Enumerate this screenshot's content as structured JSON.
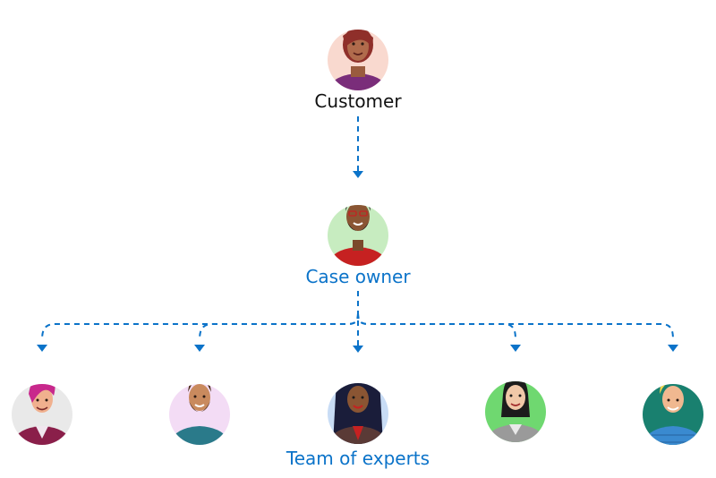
{
  "customer": {
    "label": "Customer"
  },
  "case_owner": {
    "label": "Case owner"
  },
  "team": {
    "label": "Team of experts"
  },
  "colors": {
    "accent": "#0b73c9",
    "customer_bg": "#f9d9cf",
    "owner_bg": "#c7ecc0",
    "expert_bgs": [
      "#e9e9e9",
      "#f3dcf5",
      "#c8dcf5",
      "#6fd870",
      "#19806f"
    ]
  },
  "icons": [
    "customer-avatar-icon",
    "case-owner-avatar-icon",
    "expert-avatar-icon"
  ]
}
